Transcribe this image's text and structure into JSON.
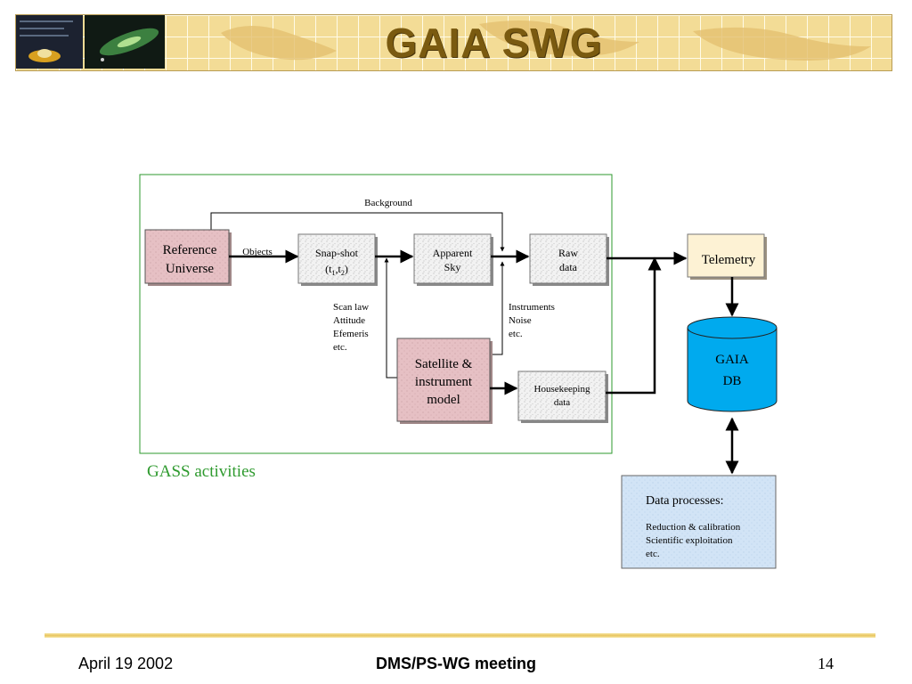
{
  "header": {
    "title": "GAIA SWG"
  },
  "diagram": {
    "group_label": "GASS activities",
    "nodes": {
      "reference": {
        "line1": "Reference",
        "line2": "Universe"
      },
      "snapshot": {
        "line1": "Snap-shot",
        "line2_prefix": "(t",
        "sub1": "1",
        "sep": ",t",
        "sub2": "2",
        "close": ")"
      },
      "apparent": {
        "line1": "Apparent",
        "line2": "Sky"
      },
      "raw": {
        "line1": "Raw",
        "line2": "data"
      },
      "telemetry": {
        "label": "Telemetry"
      },
      "gaia_db": {
        "line1": "GAIA",
        "line2": "DB"
      },
      "satellite": {
        "line1": "Satellite &",
        "line2": "instrument",
        "line3": "model"
      },
      "housekeeping": {
        "line1": "Housekeeping",
        "line2": "data"
      },
      "processes": {
        "title": "Data processes:",
        "line1": "Reduction & calibration",
        "line2": "Scientific exploitation",
        "line3": "etc."
      }
    },
    "edge_labels": {
      "background": "Background",
      "objects": "Objects",
      "scan": [
        "Scan law",
        "Attitude",
        "Efemeris",
        "etc."
      ],
      "instruments": [
        "Instruments",
        "Noise",
        "etc."
      ]
    },
    "colors": {
      "group_border": "#2e9a2e",
      "pink_box": "#e6c0c4",
      "telemetry_box": "#fdf2d4",
      "db_fill": "#00aaee",
      "process_box": "#d2e4f6"
    }
  },
  "footer": {
    "date": "April 19 2002",
    "meeting": "DMS/PS-WG meeting",
    "page": "14"
  }
}
